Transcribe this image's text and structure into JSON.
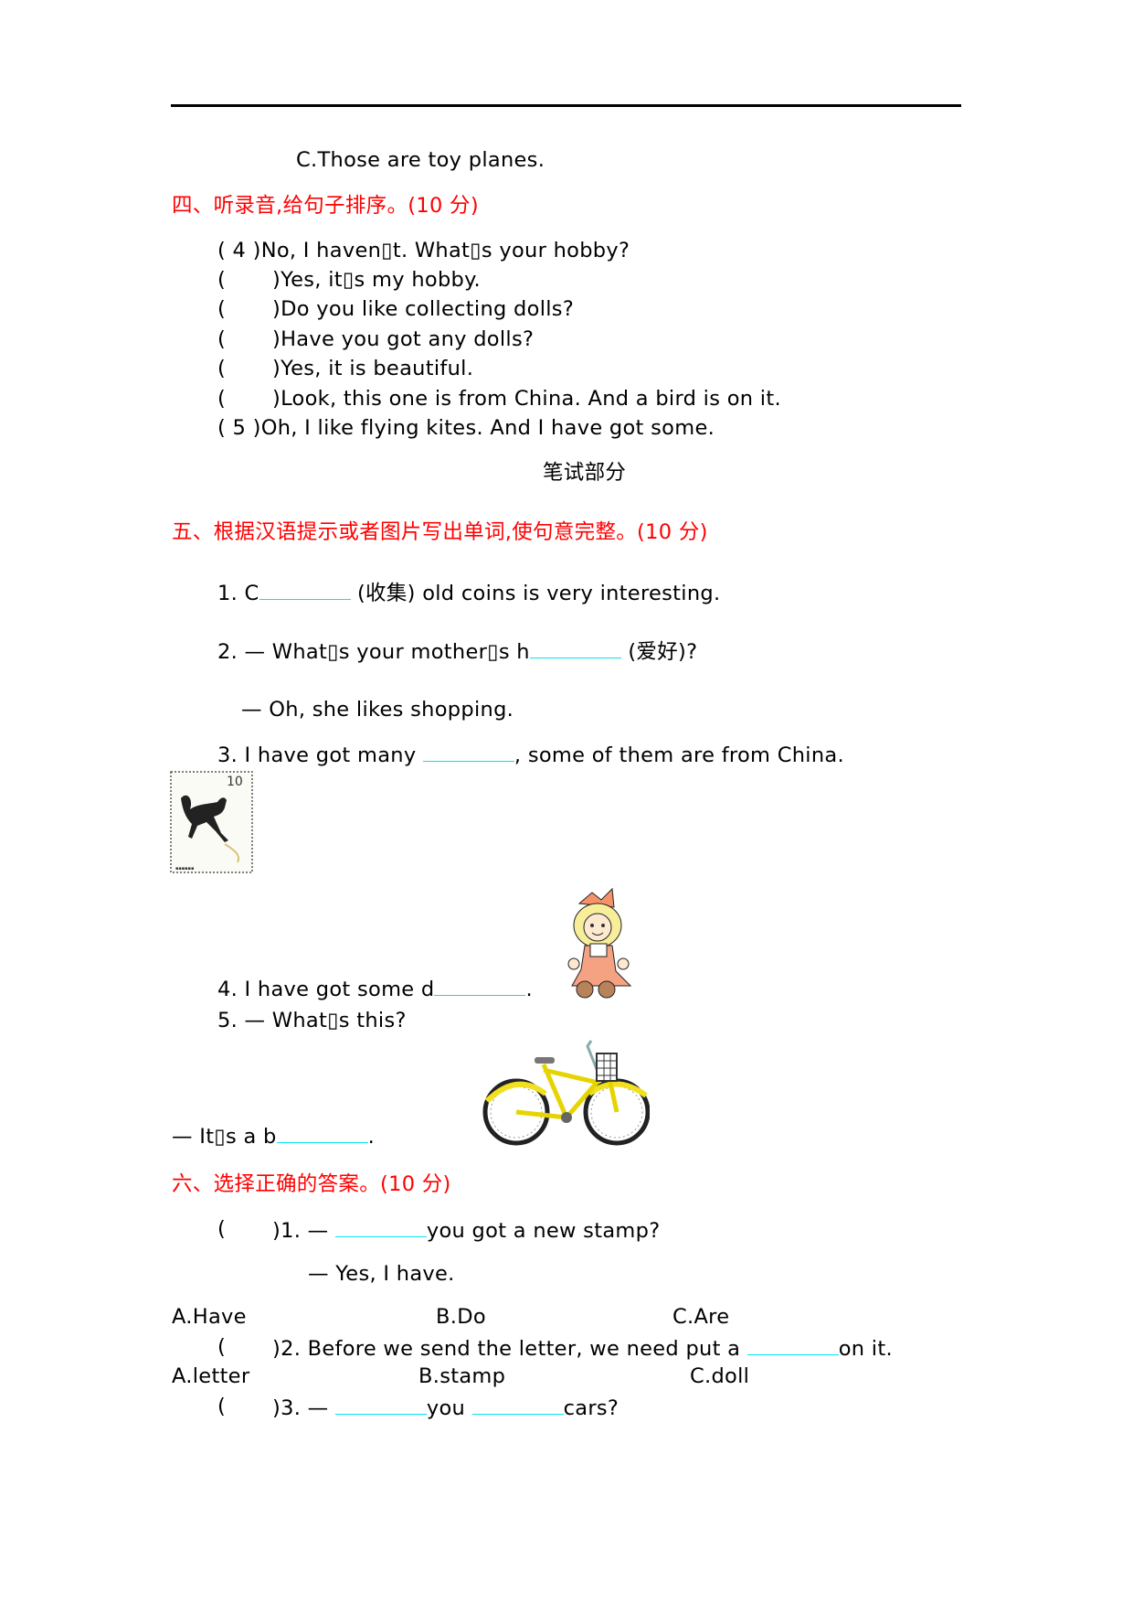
{
  "top_option": "C.Those are toy planes.",
  "section4": {
    "heading": "四、听录音,给句子排序。(10 分)",
    "items": [
      {
        "paren_open": "( 4 )",
        "text": "No, I haven▯t. What▯s your hobby?"
      },
      {
        "paren_open": "(",
        "paren_close": ")",
        "text": "Yes, it▯s my hobby."
      },
      {
        "paren_open": "(",
        "paren_close": ")",
        "text": "Do you like collecting dolls?"
      },
      {
        "paren_open": "(",
        "paren_close": ")",
        "text": "Have you got any dolls?"
      },
      {
        "paren_open": "(",
        "paren_close": ")",
        "text": "Yes, it is beautiful."
      },
      {
        "paren_open": "(",
        "paren_close": ")",
        "text": "Look, this one is from China. And a bird is on it."
      },
      {
        "paren_open": "( 5 )",
        "text": "Oh, I like flying kites. And I have got some."
      }
    ]
  },
  "written_part_title": "笔试部分",
  "section5": {
    "heading": "五、根据汉语提示或者图片写出单词,使句意完整。(10 分)",
    "q1": {
      "before": "1. C",
      "after": " (收集) old coins is very interesting."
    },
    "q2": {
      "before": "2. — What▯s your mother▯s h",
      "after": " (爱好)?"
    },
    "q2_answer": "— Oh, she likes shopping.",
    "q3": {
      "before": "3. I have got many ",
      "after": ", some of them are from China."
    },
    "stamp_value": "10",
    "q4": {
      "before": "4. I have got some d",
      "after": "."
    },
    "q5": "5. — What▯s this?",
    "q5_answer": {
      "before": "— It▯s a b",
      "after": "."
    }
  },
  "section6": {
    "heading": "六、选择正确的答案。(10 分)",
    "q1": {
      "paren": "(",
      "close": ")1. — ",
      "after": "you got a new stamp?"
    },
    "q1_answer": "— Yes, I have.",
    "q1_options": [
      "A.Have",
      "B.Do",
      "C.Are"
    ],
    "q2": {
      "paren": "(",
      "close": ")2. Before we send the letter, we need put a ",
      "after": "on it."
    },
    "q2_options": [
      "A.letter",
      "B.stamp",
      "C.doll"
    ],
    "q3": {
      "paren": "(",
      "close": ")3. — ",
      "mid": "you ",
      "after": "cars?"
    }
  },
  "colors": {
    "heading": "#ff0000",
    "blank_underline": "#00e5f0"
  }
}
